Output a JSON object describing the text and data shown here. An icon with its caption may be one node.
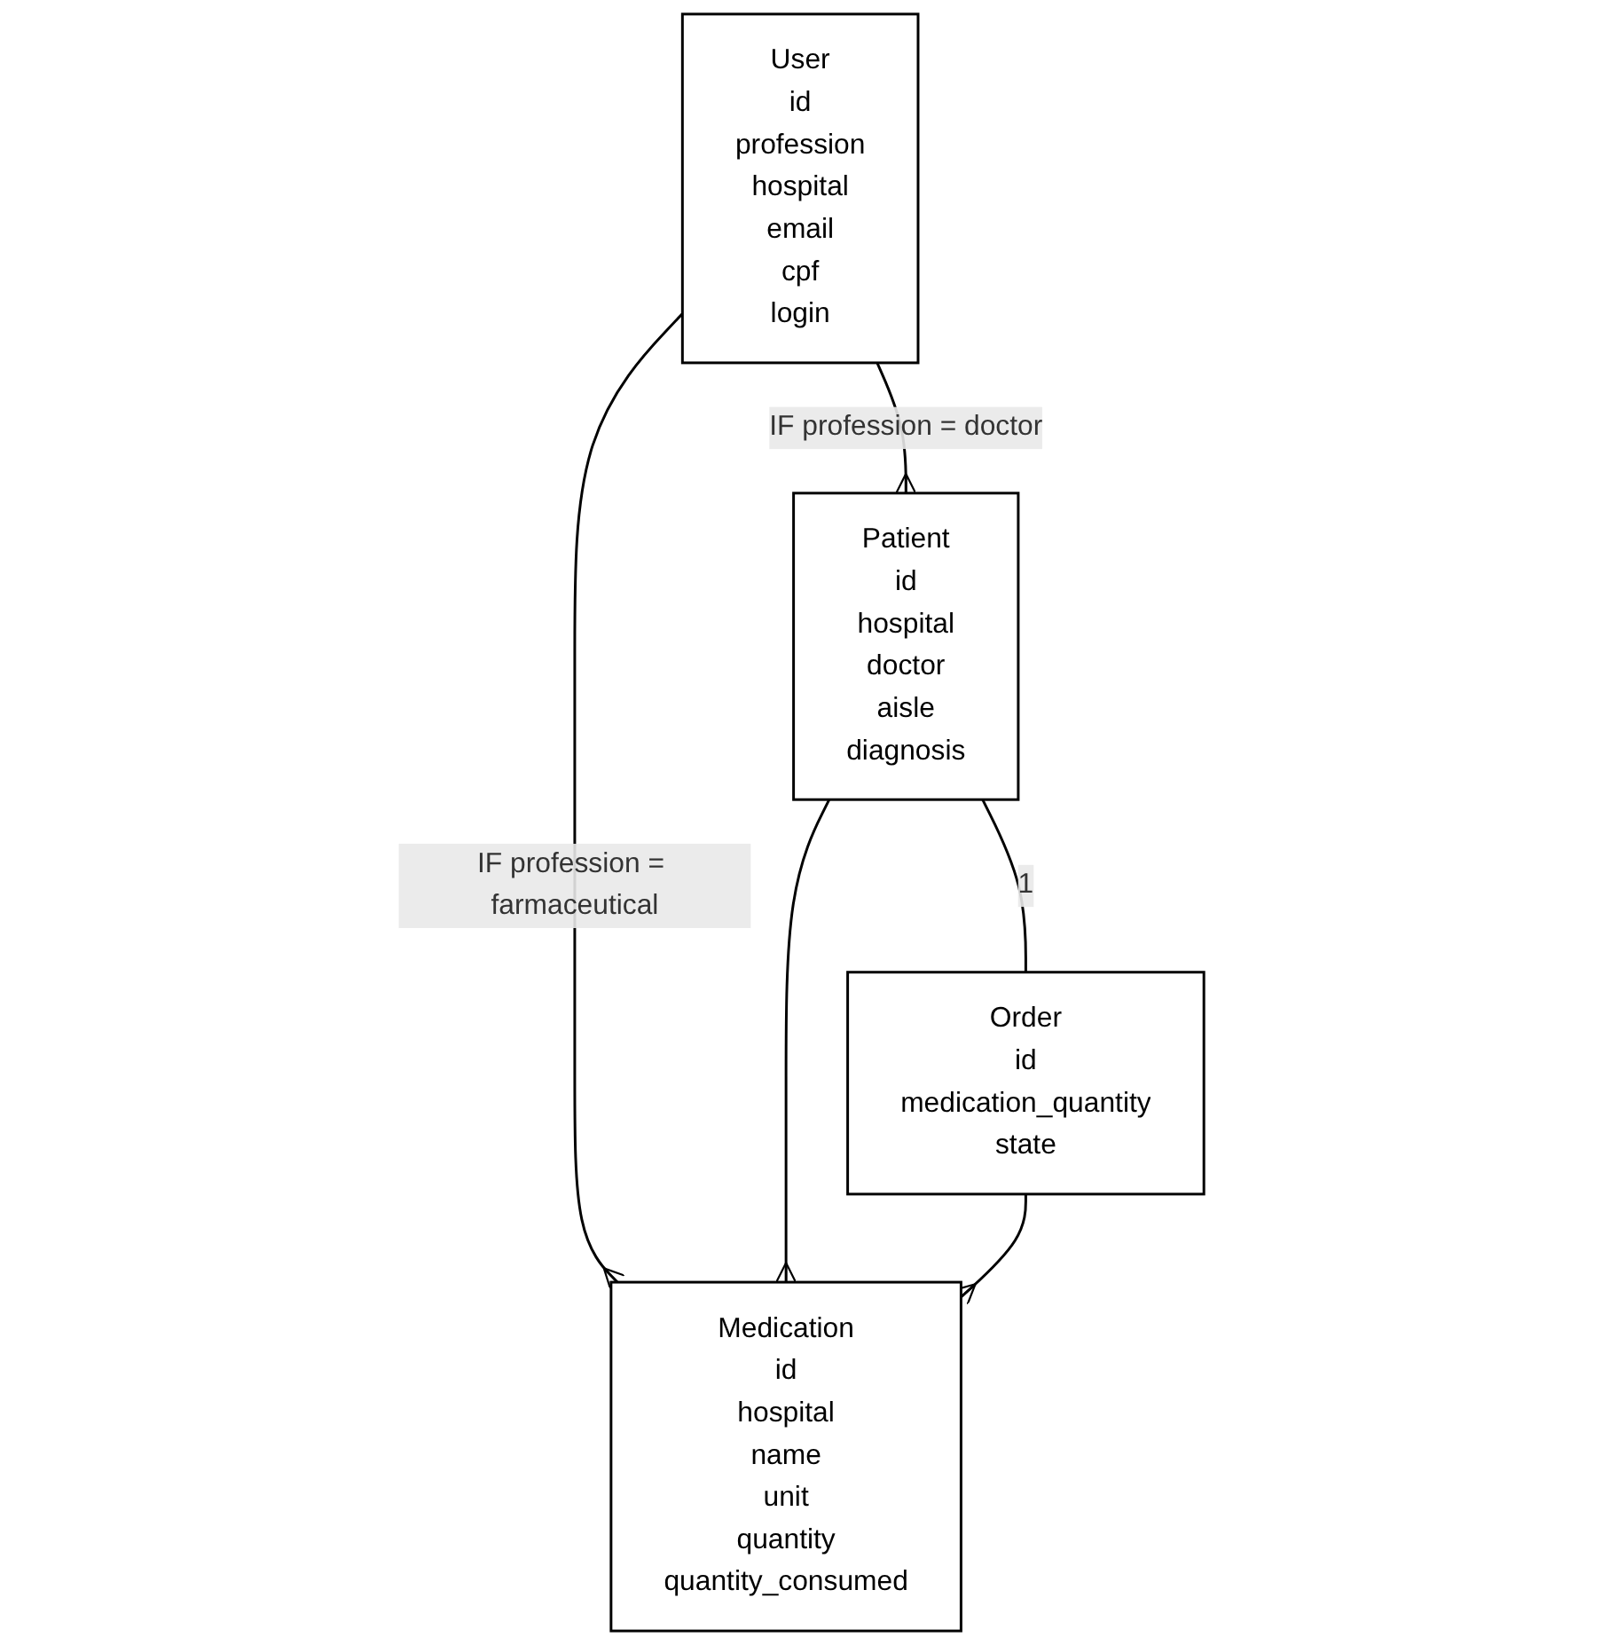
{
  "diagram": {
    "nodes": [
      {
        "text": [
          "User",
          "id",
          "profession",
          "hospital",
          "email",
          "cpf",
          "login"
        ]
      },
      {
        "text": [
          "Patient",
          "id",
          "hospital",
          "doctor",
          "aisle",
          "diagnosis"
        ]
      },
      {
        "text": [
          "Medication",
          "id",
          "hospital",
          "name",
          "unit",
          "quantity",
          "quantity_consumed"
        ]
      },
      {
        "text": [
          "Order",
          "id",
          "medication_quantity",
          "state"
        ]
      }
    ],
    "edges": [
      {
        "from": 0,
        "to": 1,
        "arrow": "other",
        "label": "IF profession = doctor"
      },
      {
        "from": 0,
        "to": 2,
        "arrow": "other",
        "label": "IF profession = farmaceutical"
      },
      {
        "from": 1,
        "to": 2,
        "arrow": "other"
      },
      {
        "from": 1,
        "to": 3,
        "arrow": "none",
        "label": "1"
      },
      {
        "from": 3,
        "to": 2,
        "arrow": "other"
      }
    ]
  }
}
